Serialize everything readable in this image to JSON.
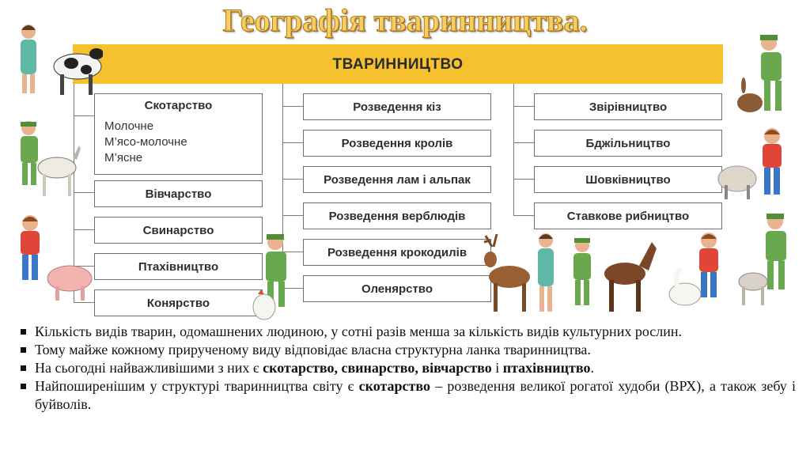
{
  "title": "Географія тваринництва.",
  "banner": "ТВАРИННИЦТВО",
  "col1": {
    "main": {
      "label": "Скотарство",
      "subs": [
        "Молочне",
        "М’ясо-молочне",
        "М’ясне"
      ]
    },
    "items": [
      "Вівчарство",
      "Свинарство",
      "Птахівництво",
      "Конярство"
    ]
  },
  "col2": [
    "Розведення кіз",
    "Розведення кролів",
    "Розведення лам і альпак",
    "Розведення верблюдів",
    "Розведення крокодилів",
    "Оленярство"
  ],
  "col3": [
    "Звірівництво",
    "Бджільництво",
    "Шовківництво",
    "Ставкове рибництво"
  ],
  "bullets": [
    {
      "parts": [
        {
          "t": "Кількість видів тварин, одомашнених людиною, у сотні разів менша за кількість видів культурних рослин."
        }
      ]
    },
    {
      "parts": [
        {
          "t": "Тому майже кожному прирученому виду відповідає власна структурна ланка тваринництва."
        }
      ]
    },
    {
      "parts": [
        {
          "t": "На сьогодні найважливішими з них є "
        },
        {
          "t": "скотарство, свинарство, вівчарство",
          "b": true
        },
        {
          "t": " і "
        },
        {
          "t": "птахівництво",
          "b": true
        },
        {
          "t": "."
        }
      ]
    },
    {
      "parts": [
        {
          "t": "Найпоширенішим у структурі тваринництва світу є "
        },
        {
          "t": "скотарство",
          "b": true
        },
        {
          "t": " – розведення великої рогатої худоби (ВРХ), а також зебу і буйволів."
        }
      ]
    }
  ]
}
